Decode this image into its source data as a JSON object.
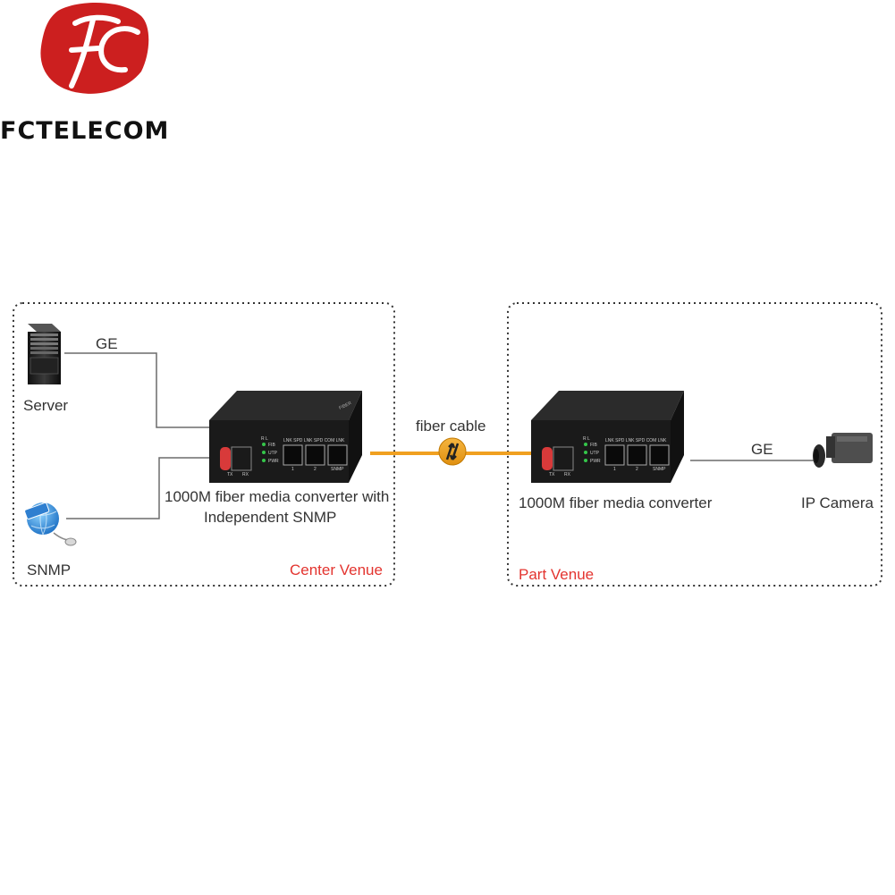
{
  "brand": {
    "logo_text": "FC",
    "name": "FCTELECOM"
  },
  "center_venue": {
    "title": "Center Venue",
    "server_label": "Server",
    "snmp_label": "SNMP",
    "link_label": "GE",
    "converter_caption_line1": "1000M  fiber media converter with",
    "converter_caption_line2": "Independent SNMP"
  },
  "fiber": {
    "label": "fiber cable"
  },
  "part_venue": {
    "title": "Part Venue",
    "converter_caption": "1000M  fiber media converter",
    "link_label": "GE",
    "camera_label": "IP Camera"
  },
  "device_panel": {
    "fiber_port_labels": [
      "TX",
      "RX"
    ],
    "led_header": [
      "R",
      "L"
    ],
    "led_labels": [
      "FIB",
      "UTP",
      "PWR"
    ],
    "port_headers": [
      "LNK",
      "SPD LNK",
      "SPD COM",
      "LNK"
    ],
    "port_numbers": [
      "1",
      "2",
      "SNMP"
    ]
  },
  "colors": {
    "venue_title": "#e3342f",
    "fiber": "#f0a020",
    "border": "#333333",
    "line": "#6b6b6b",
    "logo": "#cc1f1f"
  }
}
